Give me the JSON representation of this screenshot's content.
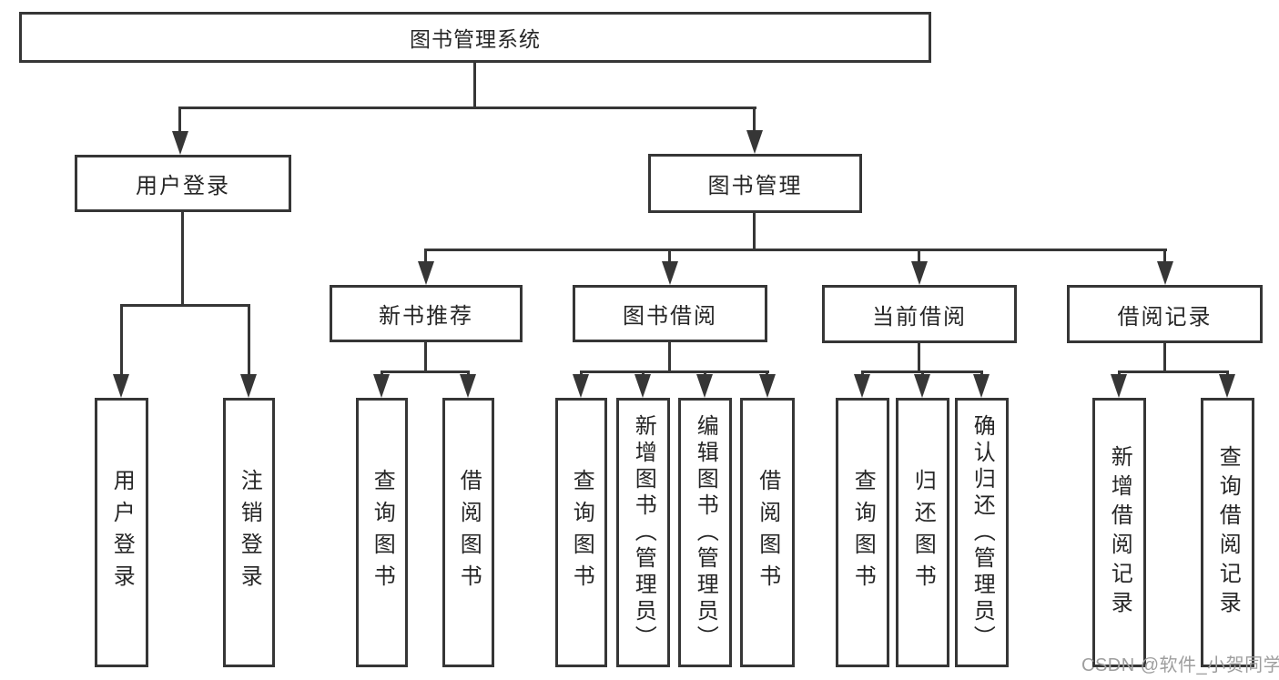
{
  "diagram": {
    "root": "图书管理系统",
    "login": {
      "label": "用户登录",
      "children": [
        "用户登录",
        "注销登录"
      ]
    },
    "management": {
      "label": "图书管理",
      "sections": [
        {
          "label": "新书推荐",
          "children": [
            "查询图书",
            "借阅图书"
          ]
        },
        {
          "label": "图书借阅",
          "children": [
            "查询图书",
            "新增图书（管理员）",
            "编辑图书（管理员）",
            "借阅图书"
          ]
        },
        {
          "label": "当前借阅",
          "children": [
            "查询图书",
            "归还图书",
            "确认归还（管理员）"
          ]
        },
        {
          "label": "借阅记录",
          "children": [
            "新增借阅记录",
            "查询借阅记录"
          ]
        }
      ]
    }
  },
  "watermark": "CSDN @软件_小贺同学",
  "colors": {
    "line": "#363636",
    "text": "#262626",
    "watermark": "#9e9e9e",
    "background": "#ffffff"
  }
}
